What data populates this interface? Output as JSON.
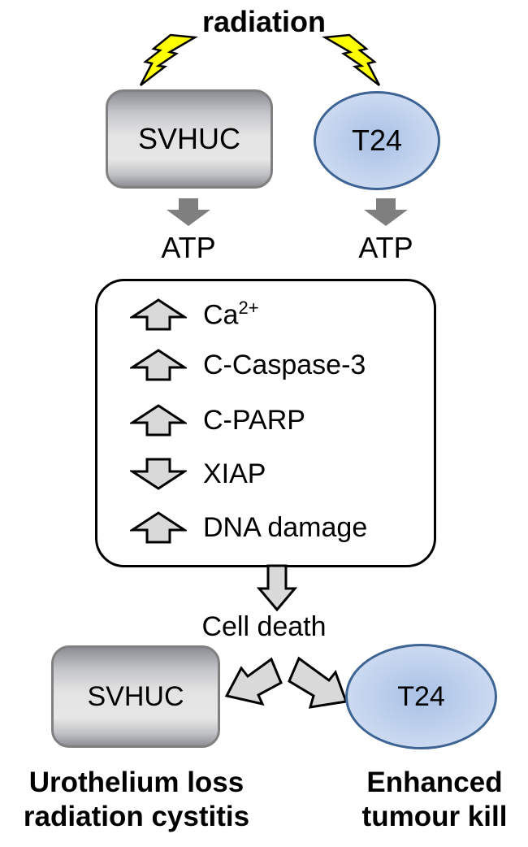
{
  "title": "radiation",
  "top": {
    "left_cell": "SVHUC",
    "right_cell": "T24",
    "left_product": "ATP",
    "right_product": "ATP"
  },
  "effects": [
    {
      "direction": "up",
      "label": "Ca",
      "superscript": "2+"
    },
    {
      "direction": "up",
      "label": "C-Caspase-3",
      "superscript": ""
    },
    {
      "direction": "up",
      "label": "C-PARP",
      "superscript": ""
    },
    {
      "direction": "down",
      "label": "XIAP",
      "superscript": ""
    },
    {
      "direction": "up",
      "label": "DNA damage",
      "superscript": ""
    }
  ],
  "result": "Cell death",
  "bottom": {
    "left_cell": "SVHUC",
    "right_cell": "T24",
    "left_outcome_line1": "Urothelium loss",
    "left_outcome_line2": "radiation cystitis",
    "right_outcome_line1": "Enhanced",
    "right_outcome_line2": "tumour kill"
  },
  "colors": {
    "lightning": "#ffff00",
    "arrow_fill": "#d9d9d9",
    "arrow_solid": "#7f7f7f",
    "ellipse_border": "#3e6494"
  }
}
